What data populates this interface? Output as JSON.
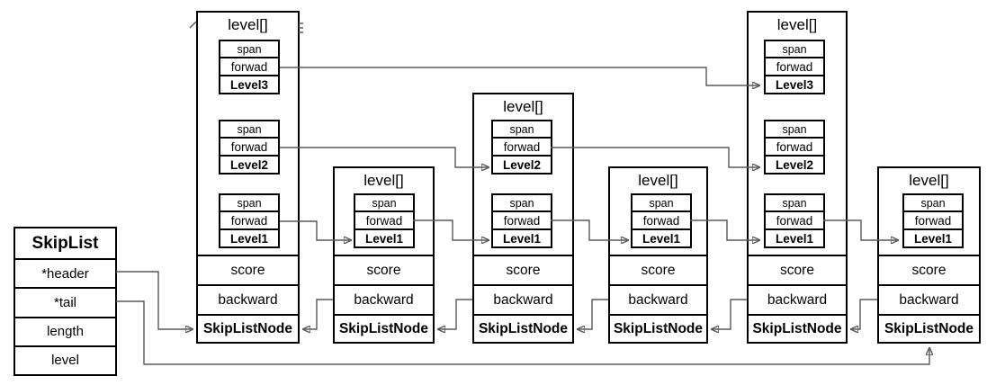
{
  "skiplist": {
    "title": "SkipList",
    "fields": [
      "*header",
      "*tail",
      "length",
      "level"
    ]
  },
  "nodes": [
    {
      "title": "level[]",
      "levels": [
        {
          "span": "span",
          "forward": "forwad",
          "label": "Level3"
        },
        {
          "span": "span",
          "forward": "forwad",
          "label": "Level2"
        },
        {
          "span": "span",
          "forward": "forwad",
          "label": "Level1"
        }
      ],
      "score": "score",
      "backward": "backward",
      "footer": "SkipListNode"
    },
    {
      "title": "level[]",
      "levels": [
        {
          "span": "span",
          "forward": "forwad",
          "label": "Level1"
        }
      ],
      "score": "score",
      "backward": "backward",
      "footer": "SkipListNode"
    },
    {
      "title": "level[]",
      "levels": [
        {
          "span": "span",
          "forward": "forwad",
          "label": "Level2"
        },
        {
          "span": "span",
          "forward": "forwad",
          "label": "Level1"
        }
      ],
      "score": "score",
      "backward": "backward",
      "footer": "SkipListNode"
    },
    {
      "title": "level[]",
      "levels": [
        {
          "span": "span",
          "forward": "forwad",
          "label": "Level1"
        }
      ],
      "score": "score",
      "backward": "backward",
      "footer": "SkipListNode"
    },
    {
      "title": "level[]",
      "levels": [
        {
          "span": "span",
          "forward": "forwad",
          "label": "Level3"
        },
        {
          "span": "span",
          "forward": "forwad",
          "label": "Level2"
        },
        {
          "span": "span",
          "forward": "forwad",
          "label": "Level1"
        }
      ],
      "score": "score",
      "backward": "backward",
      "footer": "SkipListNode"
    },
    {
      "title": "level[]",
      "levels": [
        {
          "span": "span",
          "forward": "forwad",
          "label": "Level1"
        }
      ],
      "score": "score",
      "backward": "backward",
      "footer": "SkipListNode"
    }
  ],
  "colors": {
    "background": "#ffffff",
    "box_border": "#000000",
    "connector": "#595959",
    "arrowhead": "#111111"
  }
}
